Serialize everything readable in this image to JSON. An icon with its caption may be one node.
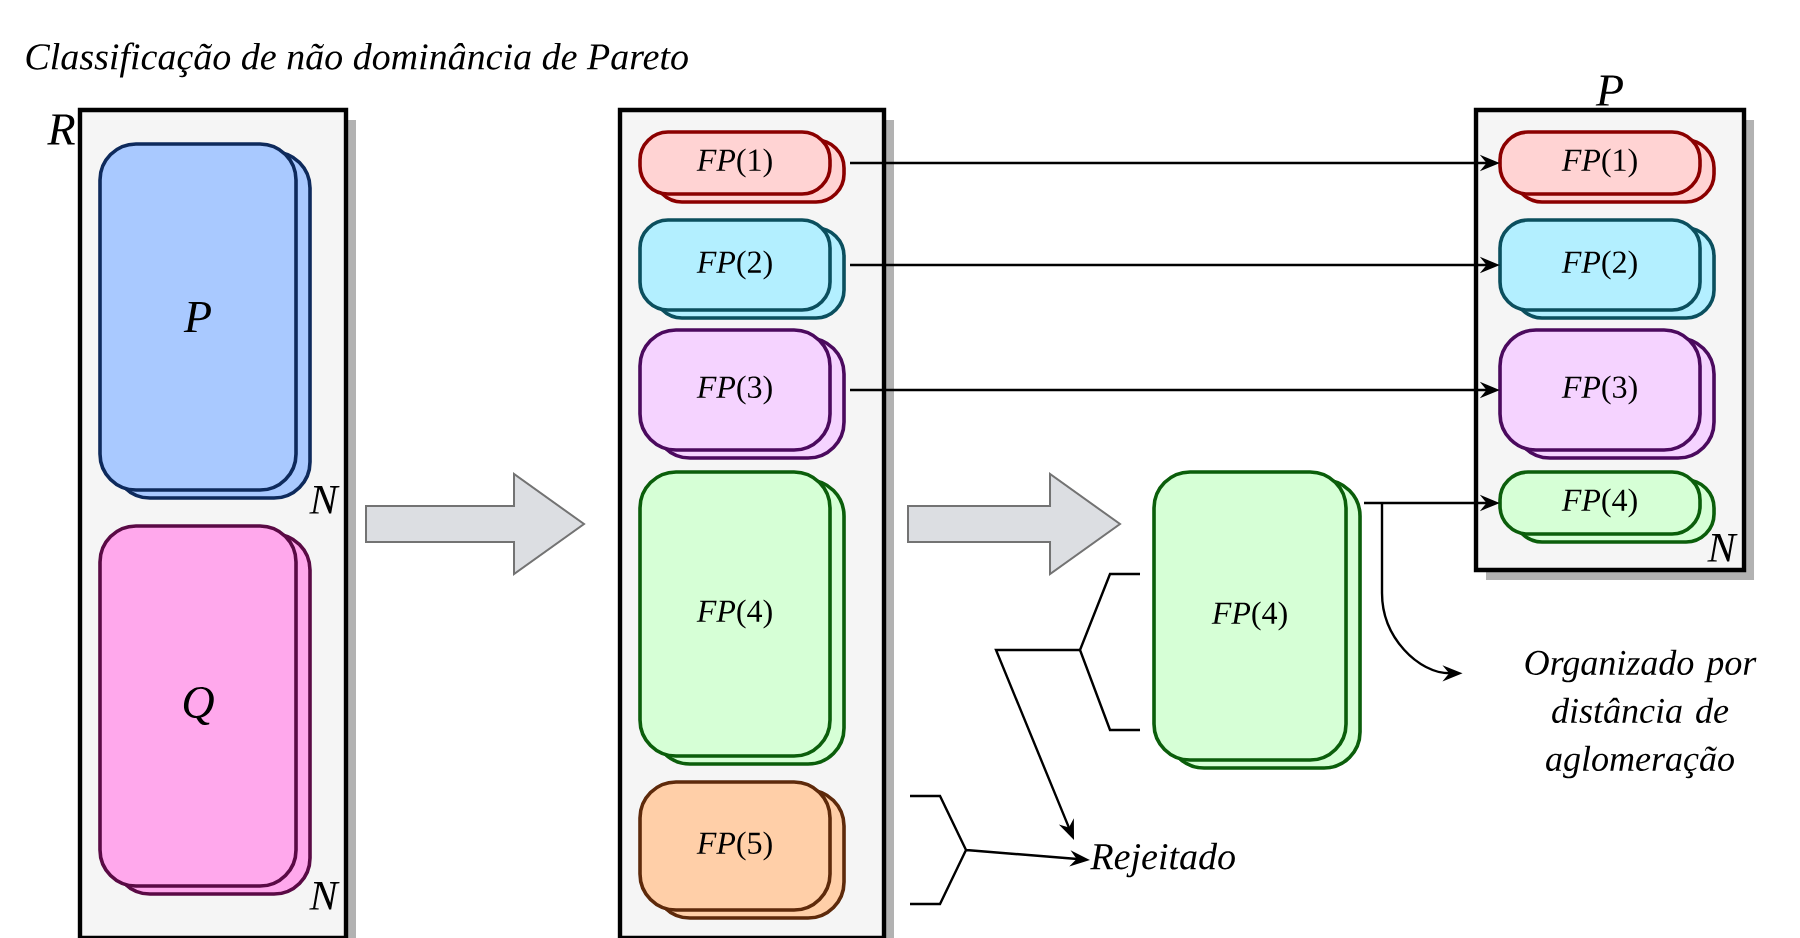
{
  "diagram": {
    "title": "Classificação de não dominância de Pareto",
    "nodes": [
      {
        "text": [
          "R"
        ]
      },
      {
        "text": [
          "P"
        ],
        "in": 0,
        "beside": [
          "N"
        ]
      },
      {
        "text": [
          "Q"
        ],
        "in": 0,
        "beside": [
          "N"
        ]
      },
      {
        "text": [],
        "shape": "box"
      },
      {
        "text": [
          "*FP*(1)"
        ],
        "in": 3
      },
      {
        "text": [
          "*FP*(2)"
        ],
        "in": 3
      },
      {
        "text": [
          "*FP*(3)"
        ],
        "in": 3
      },
      {
        "text": [
          "*FP*(4)"
        ],
        "in": 3
      },
      {
        "text": [
          "*FP*(5)"
        ],
        "in": 3
      },
      {
        "text": [
          "P"
        ],
        "beside": [
          "N"
        ]
      },
      {
        "text": [
          "*FP*(1)"
        ],
        "in": 9
      },
      {
        "text": [
          "*FP*(2)"
        ],
        "in": 9
      },
      {
        "text": [
          "*FP*(3)"
        ],
        "in": 9
      },
      {
        "text": [
          "*FP*(4)"
        ],
        "in": 9
      },
      {
        "text": [
          "*FP*(4)"
        ]
      },
      {
        "text": [
          "Rejeitado"
        ]
      },
      {
        "text": [
          "Organizado por distância de aglomeração"
        ]
      }
    ],
    "edges": [
      {
        "from": 0,
        "to": 3,
        "arrow": "to",
        "style": "thick",
        "color": "#dcdee2"
      },
      {
        "from": 3,
        "to": 14,
        "arrow": "to",
        "style": "thick",
        "color": "#dcdee2"
      },
      {
        "from": 4,
        "to": 10,
        "arrow": "to"
      },
      {
        "from": 5,
        "to": 11,
        "arrow": "to"
      },
      {
        "from": 6,
        "to": 12,
        "arrow": "to"
      },
      {
        "from": 14,
        "to": 13,
        "arrow": "to"
      },
      {
        "from": 14,
        "to": 16,
        "arrow": "to"
      },
      {
        "from": 14,
        "to": 15,
        "arrow": "to"
      },
      {
        "from": 8,
        "to": 15,
        "arrow": "to"
      }
    ]
  }
}
